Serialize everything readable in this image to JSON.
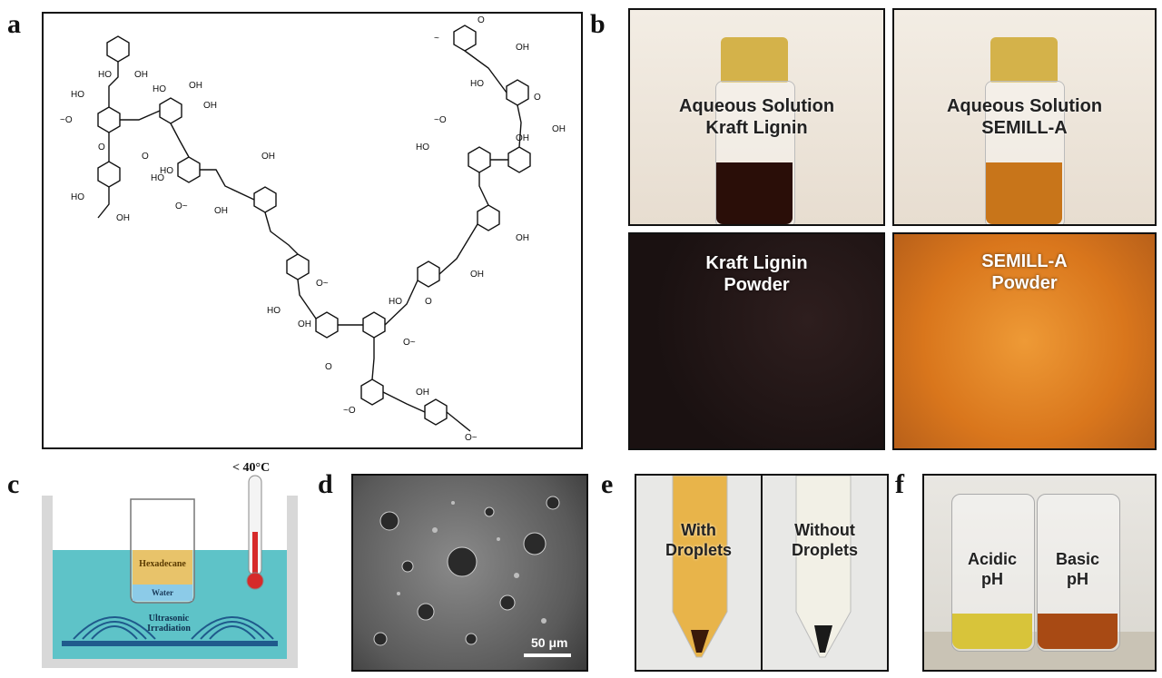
{
  "panels": {
    "a": {
      "label": "a"
    },
    "b": {
      "label": "b",
      "top_left": {
        "line1": "Aqueous Solution",
        "line2": "Kraft Lignin"
      },
      "top_right": {
        "line1": "Aqueous Solution",
        "line2": "SEMILL-A"
      },
      "bottom_left": {
        "line1": "Kraft Lignin",
        "line2": "Powder"
      },
      "bottom_right": {
        "line1": "SEMILL-A",
        "line2": "Powder"
      }
    },
    "c": {
      "label": "c",
      "temperature": "< 40°C",
      "hexadecane": "Hexadecane",
      "water": "Water",
      "ultrasonic_line1": "Ultrasonic",
      "ultrasonic_line2": "Irradiation"
    },
    "d": {
      "label": "d",
      "scale_bar": "50 μm"
    },
    "e": {
      "label": "e",
      "left": {
        "line1": "With",
        "line2": "Droplets"
      },
      "right": {
        "line1": "Without",
        "line2": "Droplets"
      }
    },
    "f": {
      "label": "f",
      "left": {
        "line1": "Acidic",
        "line2": "pH"
      },
      "right": {
        "line1": "Basic",
        "line2": "pH"
      }
    }
  },
  "colors": {
    "kraft_solution": "#2a0e08",
    "semill_solution": "#c8751a",
    "semill_powder": "#e08a2a",
    "kraft_powder": "#231616",
    "water_bath": "#5ec3c8",
    "hexadecane_layer": "#e8c36a",
    "acidic_liquid": "#d8c43a",
    "basic_liquid": "#a84a14"
  }
}
